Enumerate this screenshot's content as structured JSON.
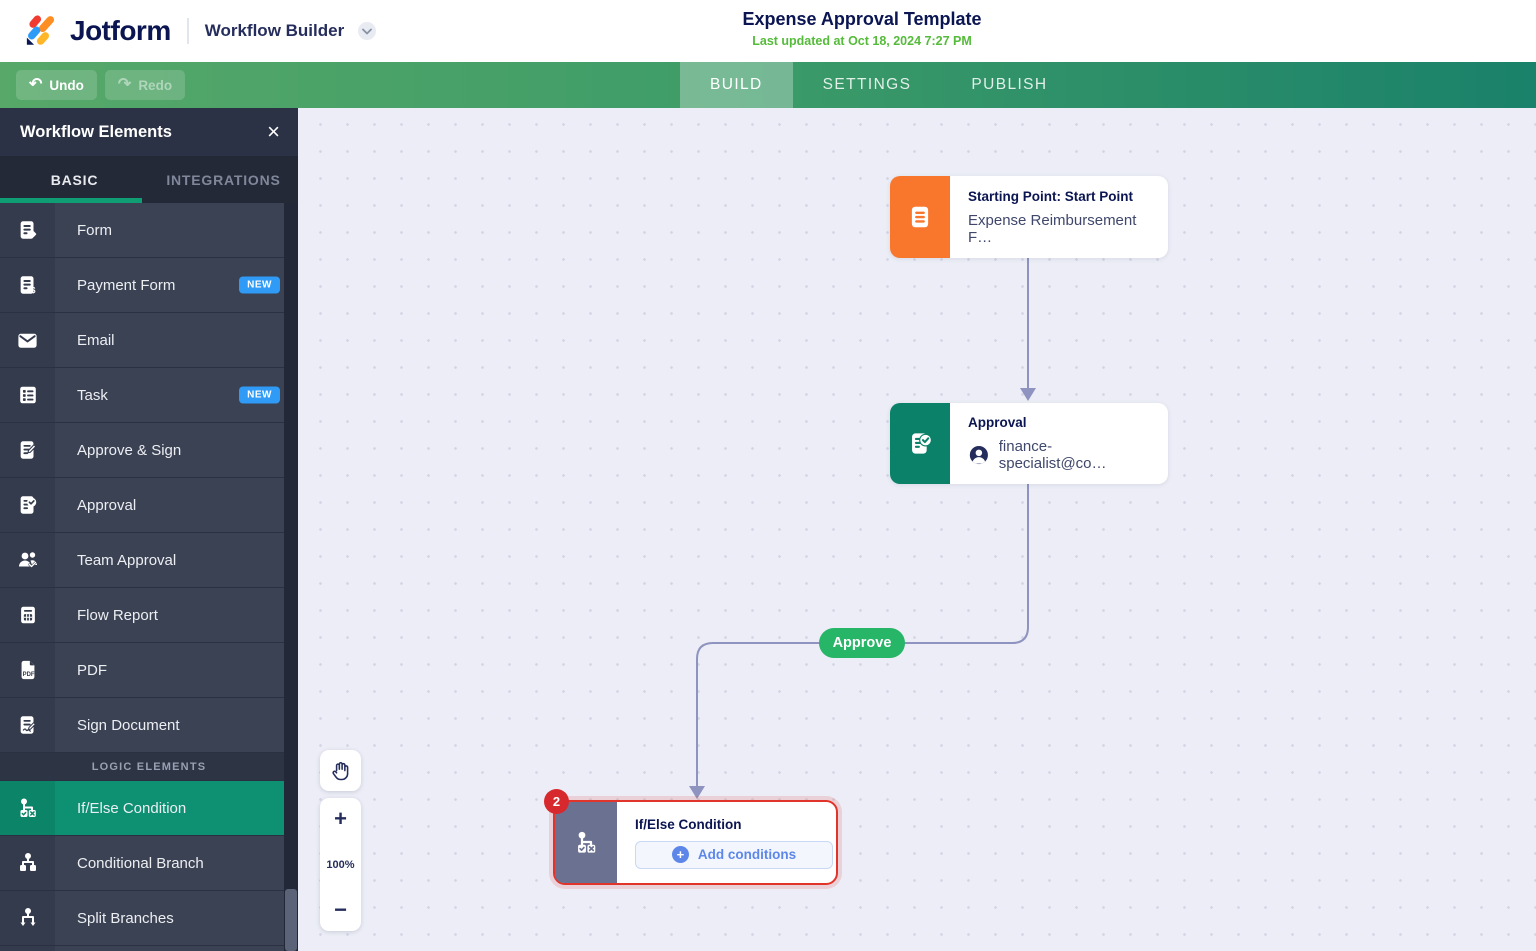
{
  "header": {
    "logo_text": "Jotform",
    "product_name": "Workflow Builder",
    "title": "Expense Approval Template",
    "last_updated": "Last updated at Oct 18, 2024 7:27 PM"
  },
  "toolbar": {
    "undo_label": "Undo",
    "redo_label": "Redo",
    "tabs": [
      {
        "label": "BUILD",
        "active": true
      },
      {
        "label": "SETTINGS",
        "active": false
      },
      {
        "label": "PUBLISH",
        "active": false
      }
    ]
  },
  "sidebar": {
    "title": "Workflow Elements",
    "close_icon": "close-icon",
    "tabs": [
      {
        "label": "BASIC",
        "active": true
      },
      {
        "label": "INTEGRATIONS",
        "active": false
      }
    ],
    "items": [
      {
        "label": "Form",
        "icon": "form-icon"
      },
      {
        "label": "Payment Form",
        "icon": "payment-form-icon",
        "badge": "NEW"
      },
      {
        "label": "Email",
        "icon": "email-icon"
      },
      {
        "label": "Task",
        "icon": "task-icon",
        "badge": "NEW"
      },
      {
        "label": "Approve & Sign",
        "icon": "approve-sign-icon"
      },
      {
        "label": "Approval",
        "icon": "approval-icon"
      },
      {
        "label": "Team Approval",
        "icon": "team-approval-icon"
      },
      {
        "label": "Flow Report",
        "icon": "flow-report-icon"
      },
      {
        "label": "PDF",
        "icon": "pdf-icon"
      },
      {
        "label": "Sign Document",
        "icon": "sign-document-icon"
      }
    ],
    "section_label": "LOGIC ELEMENTS",
    "logic_items": [
      {
        "label": "If/Else Condition",
        "icon": "if-else-icon",
        "active": true
      },
      {
        "label": "Conditional Branch",
        "icon": "conditional-branch-icon",
        "active": false
      },
      {
        "label": "Split Branches",
        "icon": "split-branches-icon",
        "active": false
      }
    ]
  },
  "canvas": {
    "nodes": {
      "start": {
        "title": "Starting Point: Start Point",
        "subtitle": "Expense Reimbursement F…",
        "icon": "form-document-icon"
      },
      "approval": {
        "title": "Approval",
        "assignee": "finance-specialist@co…",
        "icon": "approval-check-icon",
        "avatar_icon": "person-avatar-icon"
      },
      "ifelse": {
        "title": "If/Else Condition",
        "error_count": "2",
        "button_label": "Add conditions",
        "icon": "if-else-icon"
      }
    },
    "edge_label": "Approve",
    "zoom_controls": {
      "hand_icon": "hand-pan-icon",
      "zoom_in": "+",
      "zoom_level": "100%",
      "zoom_out": "−"
    }
  },
  "colors": {
    "brand_navy": "#0a1551",
    "updated_green": "#55bb3a",
    "toolbar_gradient_left": "#57a869",
    "toolbar_gradient_right": "#1a816a",
    "sidebar_bg": "#3b4254",
    "sidebar_active_green": "#0e9173",
    "tab_underline_green": "#0f9e74",
    "badge_blue": "#2f9bf6",
    "start_orange": "#f8772d",
    "approval_green": "#0b8169",
    "ifelse_gray": "#6b7191",
    "error_red": "#e1352b",
    "badge_red": "#d7282e",
    "edge_color": "#8e94bf",
    "approve_pill_green": "#27b567",
    "link_blue": "#5c87e9",
    "canvas_bg": "#ecedf6"
  }
}
